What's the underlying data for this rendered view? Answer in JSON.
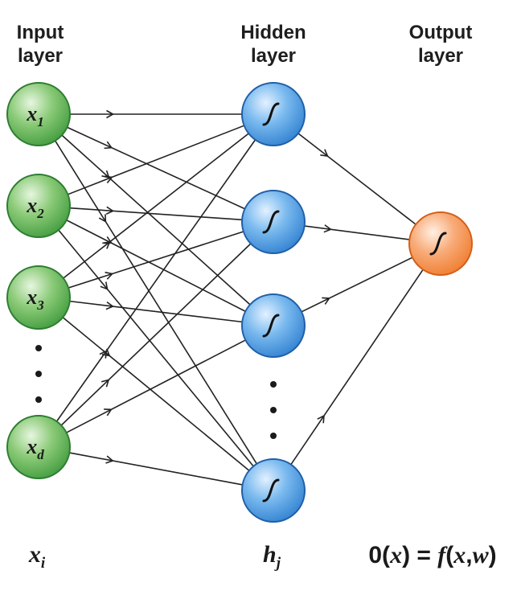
{
  "headers": {
    "input": [
      "Input",
      "layer"
    ],
    "hidden": [
      "Hidden",
      "layer"
    ],
    "output": [
      "Output",
      "layer"
    ]
  },
  "input_nodes": [
    {
      "var": "x",
      "sub": "1"
    },
    {
      "var": "x",
      "sub": "2"
    },
    {
      "var": "x",
      "sub": "3"
    },
    {
      "var": "x",
      "sub": "d"
    }
  ],
  "hidden_nodes_count": 4,
  "output_nodes_count": 1,
  "footer": {
    "input_var": "x",
    "input_sub": "i",
    "hidden_var": "h",
    "hidden_sub": "j",
    "formula": {
      "prefix": "0(",
      "x": "x",
      "mid": ") = ",
      "f": "f",
      "args_open": "(",
      "args_x": "x",
      "comma": ",",
      "w": "w",
      "args_close": ")"
    }
  },
  "colors": {
    "input_node": "#3f9a3c",
    "hidden_node": "#2f7fd0",
    "output_node": "#ef7b2c",
    "edge": "#222222"
  },
  "icons": {
    "hidden_node": "sigmoid-icon",
    "output_node": "sigmoid-icon"
  }
}
